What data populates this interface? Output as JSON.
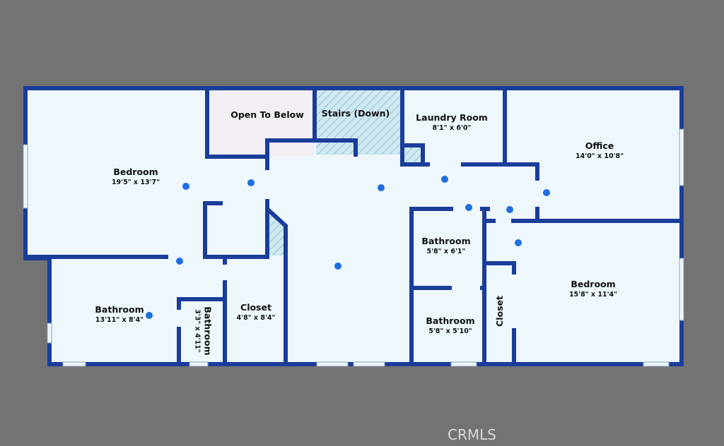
{
  "colors": {
    "wall": "#1a3d9a",
    "floor": "#eef7fb",
    "open_area": "#f2eef4",
    "stairs": "#c8e6ef",
    "hotspot": "#1f6fe0",
    "background": "#737373"
  },
  "rooms": {
    "bedroom_1": {
      "name": "Bedroom",
      "dims": "19'5\" x 13'7\""
    },
    "open_to_below": {
      "name": "Open To Below"
    },
    "stairs": {
      "name": "Stairs (Down)"
    },
    "laundry": {
      "name": "Laundry Room",
      "dims": "8'1\" x 6'0\""
    },
    "office": {
      "name": "Office",
      "dims": "14'0\" x 10'8\""
    },
    "bathroom_1": {
      "name": "Bathroom",
      "dims": "13'11\" x 8'4\""
    },
    "bathroom_2": {
      "name": "Bathroom",
      "dims": "3'3\" x 4'11\""
    },
    "closet_1": {
      "name": "Closet",
      "dims": "4'8\" x 8'4\""
    },
    "bathroom_3": {
      "name": "Bathroom",
      "dims": "5'8\" x 6'1\""
    },
    "bathroom_4": {
      "name": "Bathroom",
      "dims": "5'8\" x 5'10\""
    },
    "closet_2": {
      "name": "Closet"
    },
    "bedroom_2": {
      "name": "Bedroom",
      "dims": "15'8\" x 11'4\""
    }
  },
  "hotspot_icon": "view-point-icon",
  "watermark": "CRMLS"
}
